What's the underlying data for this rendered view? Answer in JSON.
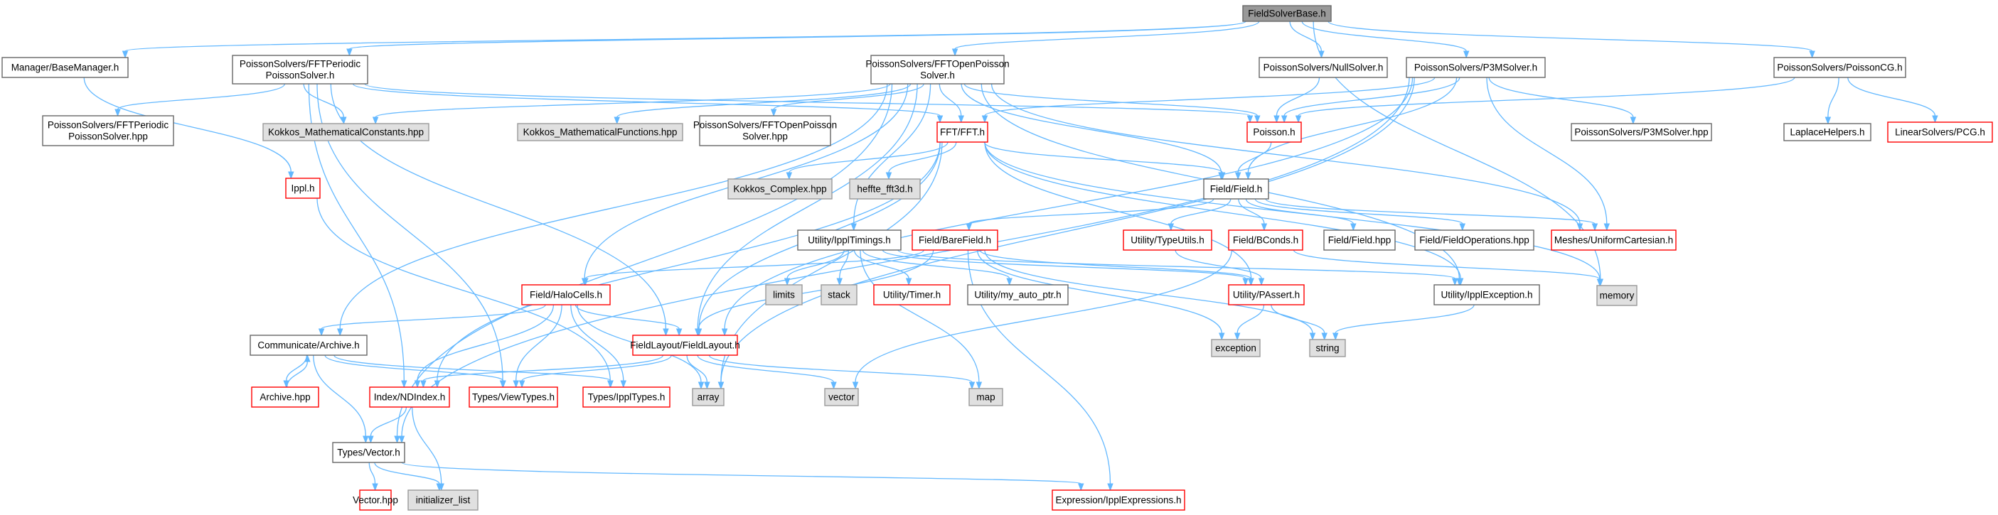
{
  "graph": {
    "title": "FieldSolverBase.h",
    "colors": {
      "edge": "#63b8ff",
      "root_fill": "#999999",
      "root_border": "#666666",
      "normal_fill": "#ffffff",
      "normal_border": "#666666",
      "incomplete_border": "#ff0000",
      "external_fill": "#e0e0e0",
      "external_border": "#999999"
    },
    "nodes": [
      {
        "id": "root",
        "lines": [
          "FieldSolverBase.h"
        ],
        "kind": "root"
      },
      {
        "id": "basemgr",
        "lines": [
          "Manager/BaseManager.h"
        ],
        "kind": "normal"
      },
      {
        "id": "fftper",
        "lines": [
          "PoissonSolvers/FFTPeriodic",
          "PoissonSolver.h"
        ],
        "kind": "normal"
      },
      {
        "id": "fftopen",
        "lines": [
          "PoissonSolvers/FFTOpenPoisson",
          "Solver.h"
        ],
        "kind": "normal"
      },
      {
        "id": "nullsolver",
        "lines": [
          "PoissonSolvers/NullSolver.h"
        ],
        "kind": "normal"
      },
      {
        "id": "p3m",
        "lines": [
          "PoissonSolvers/P3MSolver.h"
        ],
        "kind": "normal"
      },
      {
        "id": "poissoncg",
        "lines": [
          "PoissonSolvers/PoissonCG.h"
        ],
        "kind": "normal"
      },
      {
        "id": "fftperhpp",
        "lines": [
          "PoissonSolvers/FFTPeriodic",
          "PoissonSolver.hpp"
        ],
        "kind": "normal"
      },
      {
        "id": "kmathconst",
        "lines": [
          "Kokkos_MathematicalConstants.hpp"
        ],
        "kind": "external"
      },
      {
        "id": "kmathfunc",
        "lines": [
          "Kokkos_MathematicalFunctions.hpp"
        ],
        "kind": "external"
      },
      {
        "id": "fftopenhpp",
        "lines": [
          "PoissonSolvers/FFTOpenPoisson",
          "Solver.hpp"
        ],
        "kind": "normal"
      },
      {
        "id": "ffth",
        "lines": [
          "FFT/FFT.h"
        ],
        "kind": "incomplete"
      },
      {
        "id": "poissonh",
        "lines": [
          "Poisson.h"
        ],
        "kind": "incomplete"
      },
      {
        "id": "p3mhpp",
        "lines": [
          "PoissonSolvers/P3MSolver.hpp"
        ],
        "kind": "normal"
      },
      {
        "id": "laplace",
        "lines": [
          "LaplaceHelpers.h"
        ],
        "kind": "normal"
      },
      {
        "id": "pcg",
        "lines": [
          "LinearSolvers/PCG.h"
        ],
        "kind": "incomplete"
      },
      {
        "id": "ippl",
        "lines": [
          "Ippl.h"
        ],
        "kind": "incomplete"
      },
      {
        "id": "kcomplex",
        "lines": [
          "Kokkos_Complex.hpp"
        ],
        "kind": "external"
      },
      {
        "id": "heffte",
        "lines": [
          "heffte_fft3d.h"
        ],
        "kind": "external"
      },
      {
        "id": "field",
        "lines": [
          "Field/Field.h"
        ],
        "kind": "normal"
      },
      {
        "id": "timings",
        "lines": [
          "Utility/IpplTimings.h"
        ],
        "kind": "normal"
      },
      {
        "id": "barefield",
        "lines": [
          "Field/BareField.h"
        ],
        "kind": "incomplete"
      },
      {
        "id": "typeutils",
        "lines": [
          "Utility/TypeUtils.h"
        ],
        "kind": "incomplete"
      },
      {
        "id": "bconds",
        "lines": [
          "Field/BConds.h"
        ],
        "kind": "incomplete"
      },
      {
        "id": "fieldhpp",
        "lines": [
          "Field/Field.hpp"
        ],
        "kind": "normal"
      },
      {
        "id": "fieldops",
        "lines": [
          "Field/FieldOperations.hpp"
        ],
        "kind": "normal"
      },
      {
        "id": "uniform",
        "lines": [
          "Meshes/UniformCartesian.h"
        ],
        "kind": "incomplete"
      },
      {
        "id": "halo",
        "lines": [
          "Field/HaloCells.h"
        ],
        "kind": "incomplete"
      },
      {
        "id": "limits",
        "lines": [
          "limits"
        ],
        "kind": "external"
      },
      {
        "id": "stack",
        "lines": [
          "stack"
        ],
        "kind": "external"
      },
      {
        "id": "timer",
        "lines": [
          "Utility/Timer.h"
        ],
        "kind": "incomplete"
      },
      {
        "id": "autoptr",
        "lines": [
          "Utility/my_auto_ptr.h"
        ],
        "kind": "normal"
      },
      {
        "id": "passert",
        "lines": [
          "Utility/PAssert.h"
        ],
        "kind": "incomplete"
      },
      {
        "id": "ipplexc",
        "lines": [
          "Utility/IpplException.h"
        ],
        "kind": "normal"
      },
      {
        "id": "memory",
        "lines": [
          "memory"
        ],
        "kind": "external"
      },
      {
        "id": "archive",
        "lines": [
          "Communicate/Archive.h"
        ],
        "kind": "normal"
      },
      {
        "id": "fieldlayout",
        "lines": [
          "FieldLayout/FieldLayout.h"
        ],
        "kind": "incomplete"
      },
      {
        "id": "exception",
        "lines": [
          "exception"
        ],
        "kind": "external"
      },
      {
        "id": "string",
        "lines": [
          "string"
        ],
        "kind": "external"
      },
      {
        "id": "archivehpp",
        "lines": [
          "Archive.hpp"
        ],
        "kind": "incomplete"
      },
      {
        "id": "ndindex",
        "lines": [
          "Index/NDIndex.h"
        ],
        "kind": "incomplete"
      },
      {
        "id": "viewtypes",
        "lines": [
          "Types/ViewTypes.h"
        ],
        "kind": "incomplete"
      },
      {
        "id": "iptypes",
        "lines": [
          "Types/IpplTypes.h"
        ],
        "kind": "incomplete"
      },
      {
        "id": "array",
        "lines": [
          "array"
        ],
        "kind": "external"
      },
      {
        "id": "vector",
        "lines": [
          "vector"
        ],
        "kind": "external"
      },
      {
        "id": "map",
        "lines": [
          "map"
        ],
        "kind": "external"
      },
      {
        "id": "vec",
        "lines": [
          "Types/Vector.h"
        ],
        "kind": "normal"
      },
      {
        "id": "vechpp",
        "lines": [
          "Vector.hpp"
        ],
        "kind": "incomplete"
      },
      {
        "id": "initlist",
        "lines": [
          "initializer_list"
        ],
        "kind": "external"
      },
      {
        "id": "expr",
        "lines": [
          "Expression/IpplExpressions.h"
        ],
        "kind": "incomplete"
      }
    ],
    "edges": [
      [
        "root",
        "basemgr"
      ],
      [
        "root",
        "fftper"
      ],
      [
        "root",
        "fftopen"
      ],
      [
        "root",
        "nullsolver"
      ],
      [
        "root",
        "p3m"
      ],
      [
        "root",
        "poissoncg"
      ],
      [
        "root",
        "memory"
      ],
      [
        "basemgr",
        "ippl"
      ],
      [
        "fftper",
        "fftperhpp"
      ],
      [
        "fftper",
        "kmathconst"
      ],
      [
        "fftper",
        "ffth"
      ],
      [
        "fftper",
        "poissonh"
      ],
      [
        "fftper",
        "fieldlayout"
      ],
      [
        "fftper",
        "ndindex"
      ],
      [
        "fftper",
        "viewtypes"
      ],
      [
        "fftopen",
        "kmathconst"
      ],
      [
        "fftopen",
        "kmathfunc"
      ],
      [
        "fftopen",
        "fftopenhpp"
      ],
      [
        "fftopen",
        "ffth"
      ],
      [
        "fftopen",
        "poissonh"
      ],
      [
        "fftopen",
        "field"
      ],
      [
        "fftopen",
        "uniform"
      ],
      [
        "fftopen",
        "timings"
      ],
      [
        "fftopen",
        "halo"
      ],
      [
        "fftopen",
        "archive"
      ],
      [
        "fftopen",
        "fieldlayout"
      ],
      [
        "fftopen",
        "vec"
      ],
      [
        "fftopen",
        "ipplexc"
      ],
      [
        "nullsolver",
        "poissonh"
      ],
      [
        "p3m",
        "poissonh"
      ],
      [
        "p3m",
        "p3mhpp"
      ],
      [
        "p3m",
        "ffth"
      ],
      [
        "p3m",
        "field"
      ],
      [
        "p3m",
        "uniform"
      ],
      [
        "p3m",
        "fieldlayout"
      ],
      [
        "p3m",
        "array"
      ],
      [
        "p3m",
        "vec"
      ],
      [
        "poissoncg",
        "poissonh"
      ],
      [
        "poissoncg",
        "laplace"
      ],
      [
        "poissoncg",
        "pcg"
      ],
      [
        "ffth",
        "kcomplex"
      ],
      [
        "ffth",
        "heffte"
      ],
      [
        "ffth",
        "field"
      ],
      [
        "ffth",
        "fieldlayout"
      ],
      [
        "ffth",
        "ndindex"
      ],
      [
        "ffth",
        "array"
      ],
      [
        "ffth",
        "passert"
      ],
      [
        "ffth",
        "memory"
      ],
      [
        "ffth",
        "ipplexc"
      ],
      [
        "poissonh",
        "field"
      ],
      [
        "ippl",
        "iptypes"
      ],
      [
        "field",
        "barefield"
      ],
      [
        "field",
        "typeutils"
      ],
      [
        "field",
        "bconds"
      ],
      [
        "field",
        "fieldhpp"
      ],
      [
        "field",
        "fieldops"
      ],
      [
        "field",
        "uniform"
      ],
      [
        "barefield",
        "halo"
      ],
      [
        "barefield",
        "passert"
      ],
      [
        "barefield",
        "fieldlayout"
      ],
      [
        "barefield",
        "exception"
      ],
      [
        "barefield",
        "string"
      ],
      [
        "barefield",
        "expr"
      ],
      [
        "bconds",
        "memory"
      ],
      [
        "bconds",
        "vector"
      ],
      [
        "typeutils",
        "passert"
      ],
      [
        "timings",
        "limits"
      ],
      [
        "timings",
        "stack"
      ],
      [
        "timings",
        "timer"
      ],
      [
        "timings",
        "autoptr"
      ],
      [
        "timings",
        "passert"
      ],
      [
        "timings",
        "ipplexc"
      ],
      [
        "timings",
        "map"
      ],
      [
        "halo",
        "archive"
      ],
      [
        "halo",
        "fieldlayout"
      ],
      [
        "halo",
        "ndindex"
      ],
      [
        "halo",
        "viewtypes"
      ],
      [
        "halo",
        "iptypes"
      ],
      [
        "halo",
        "array"
      ],
      [
        "passert",
        "exception"
      ],
      [
        "passert",
        "string"
      ],
      [
        "ipplexc",
        "string"
      ],
      [
        "archive",
        "archivehpp"
      ],
      [
        "archive",
        "viewtypes"
      ],
      [
        "archive",
        "iptypes"
      ],
      [
        "archive",
        "vec"
      ],
      [
        "archivehpp",
        "archive"
      ],
      [
        "fieldlayout",
        "ndindex"
      ],
      [
        "fieldlayout",
        "viewtypes"
      ],
      [
        "fieldlayout",
        "array"
      ],
      [
        "fieldlayout",
        "vector"
      ],
      [
        "fieldlayout",
        "map"
      ],
      [
        "ndindex",
        "vec"
      ],
      [
        "ndindex",
        "initlist"
      ],
      [
        "vec",
        "vechpp"
      ],
      [
        "vec",
        "initlist"
      ],
      [
        "vec",
        "expr"
      ]
    ]
  }
}
